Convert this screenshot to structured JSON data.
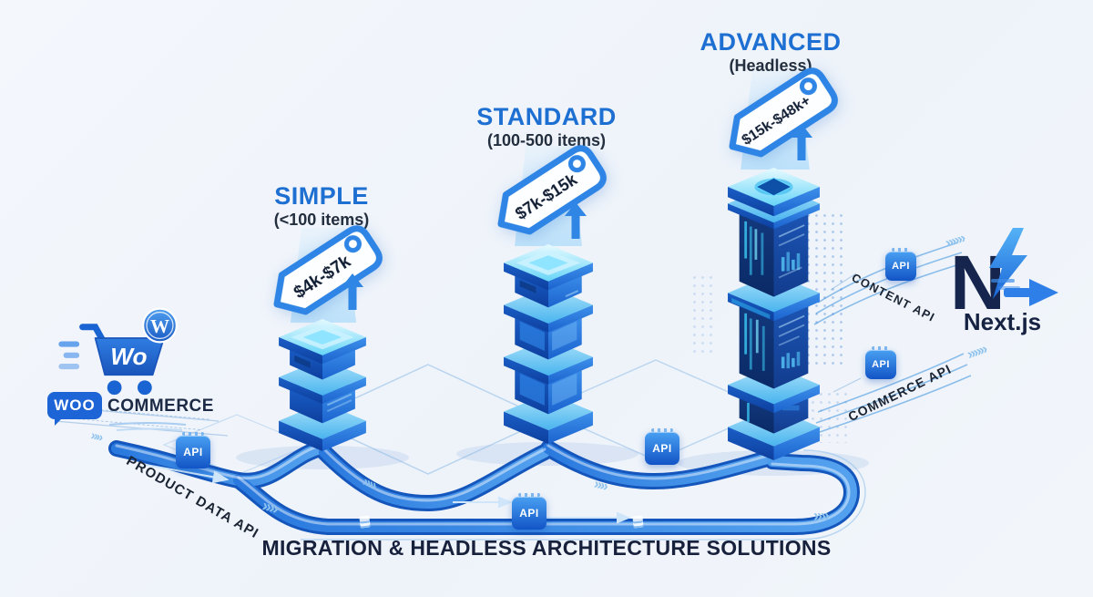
{
  "title": "MIGRATION & HEADLESS ARCHITECTURE SOLUTIONS",
  "tiers": [
    {
      "name": "SIMPLE",
      "subtitle": "(<100 items)",
      "price": "$4k-$7k"
    },
    {
      "name": "STANDARD",
      "subtitle": "(100-500 items)",
      "price": "$7k-$15k"
    },
    {
      "name": "ADVANCED",
      "subtitle": "(Headless)",
      "price": "$15k-$48k+"
    }
  ],
  "api_chip_label": "API",
  "api_labels": {
    "product_data": "PRODUCT DATA API",
    "content": "CONTENT API",
    "commerce": "COMMERCE API"
  },
  "woocommerce": {
    "cart_text": "Wo",
    "wordpress_badge": "W",
    "brand_primary": "WOO",
    "brand_secondary": "COMMERCE"
  },
  "nextjs": {
    "letter": "N",
    "label": "Next.js"
  },
  "colors": {
    "heading_blue": "#1e6fd2",
    "dark_navy": "#18213c",
    "pipe_blue": "#2c7ce0",
    "chip_blue": "#1254c6",
    "tag_border": "#2e85e5",
    "glow_cyan": "#7fe8ff"
  }
}
